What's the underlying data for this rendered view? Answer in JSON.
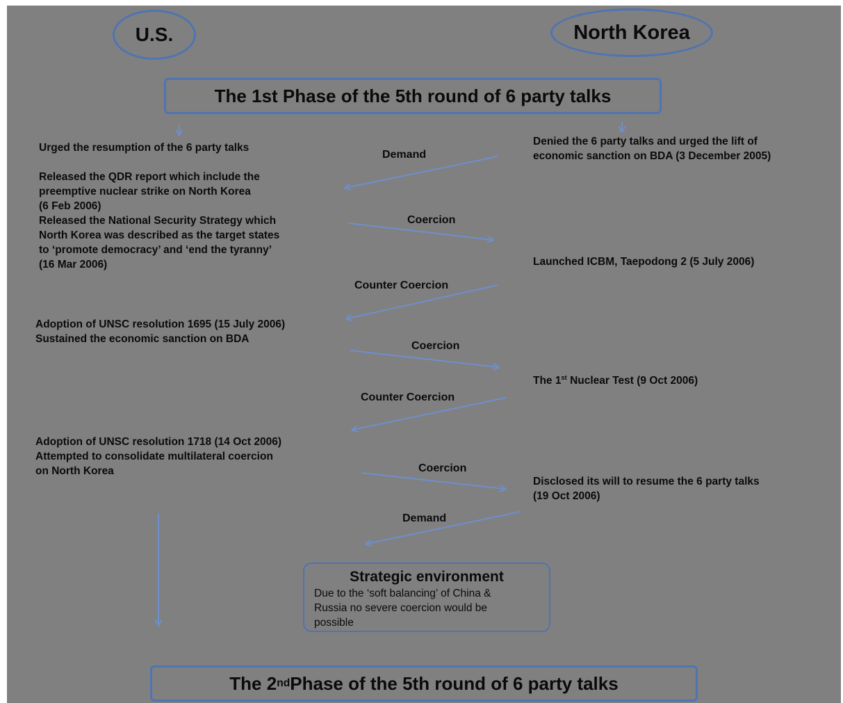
{
  "actors": {
    "left": "U.S.",
    "right": "North Korea"
  },
  "phase_top": "The 1st Phase of the 5th round of 6 party talks",
  "phase_bottom": {
    "prefix": "The 2",
    "sup": "nd",
    "suffix": " Phase of the 5th round of 6 party talks"
  },
  "us_events": [
    [
      "Urged the resumption of the 6 party talks"
    ],
    [
      "Released the QDR report which include the",
      "preemptive nuclear strike on North Korea",
      "(6 Feb 2006)",
      "Released the National Security Strategy which",
      "North Korea was described as the target states",
      "to ‘promote democracy’ and ‘end the tyranny’",
      "(16 Mar 2006)"
    ],
    [
      "Adoption of UNSC resolution 1695 (15 July 2006)",
      "Sustained the economic sanction on BDA"
    ],
    [
      "Adoption of UNSC resolution 1718 (14 Oct 2006)",
      "Attempted to consolidate multilateral coercion",
      "on North Korea"
    ]
  ],
  "nk_events": {
    "e1": [
      "Denied the 6 party talks and urged the lift of",
      "economic sanction on BDA (3 December 2005)"
    ],
    "e2": "Launched ICBM, Taepodong 2 (5 July 2006)",
    "e3": {
      "prefix": "The 1",
      "sup": "st",
      "suffix": " Nuclear Test (9 Oct 2006)"
    },
    "e4": [
      "Disclosed its will to resume the 6 party talks",
      "(19 Oct 2006)"
    ]
  },
  "arrow_labels": [
    "Demand",
    "Coercion",
    "Counter Coercion",
    "Coercion",
    "Counter Coercion",
    "Coercion",
    "Demand"
  ],
  "strategic_environment": {
    "title": "Strategic environment",
    "lines": [
      "Due to the ‘soft balancing’ of China &",
      "Russia no severe coercion would be",
      "possible"
    ]
  },
  "colors": {
    "background": "#808080",
    "outline": "#4f74b2",
    "arrow": "#6e8fcb",
    "text": "#0a0a0a"
  }
}
